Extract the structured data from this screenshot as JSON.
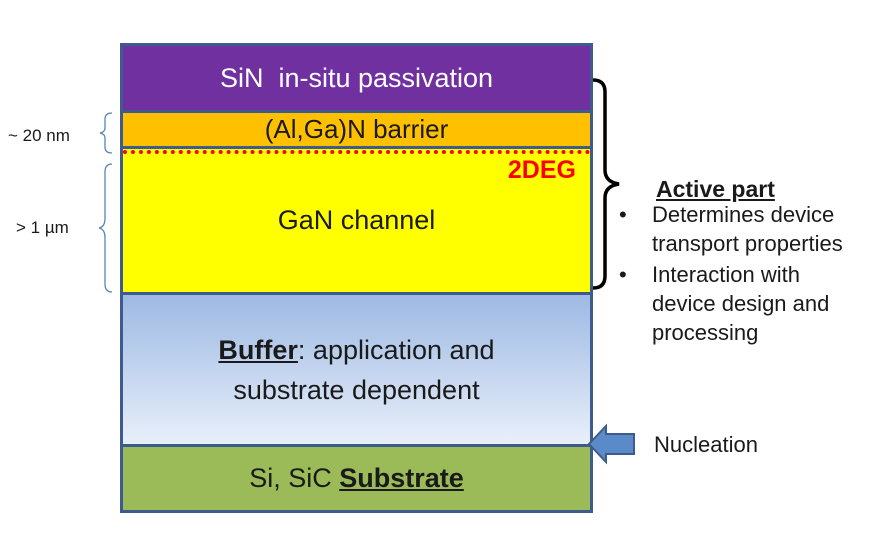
{
  "layers": {
    "sin": "SiN  in-situ passivation",
    "barrier": "(Al,Ga)N barrier",
    "two_deg": "2DEG",
    "gan": "GaN channel",
    "buffer_bold": "Buffer",
    "buffer_rest": ": application and",
    "buffer_line2": "substrate dependent",
    "substrate_prefix": "Si, SiC ",
    "substrate_bold": "Substrate"
  },
  "thickness": {
    "barrier": "~ 20 nm",
    "channel": "> 1 µm"
  },
  "active": {
    "title": "Active part",
    "bullets": [
      "Determines device transport properties",
      "Interaction with device design and processing"
    ]
  },
  "nucleation": "Nucleation",
  "colors": {
    "sin": "#7030a0",
    "barrier": "#ffc000",
    "gan": "#ffff00",
    "buffer": "#b4c7e7",
    "substrate": "#9bbb59",
    "two_deg": "#ff0000",
    "outline": "#3d5b8c"
  }
}
